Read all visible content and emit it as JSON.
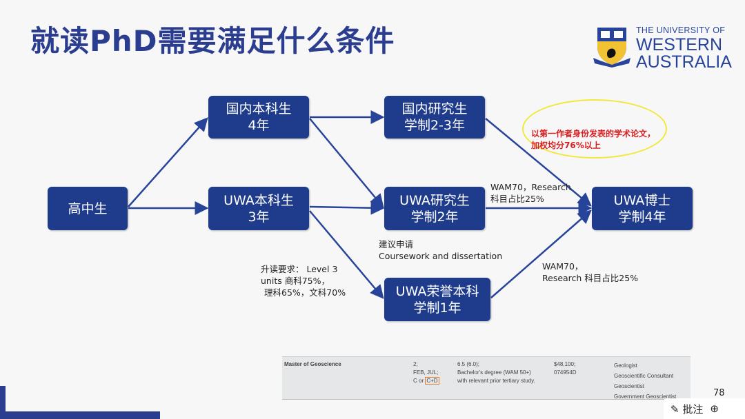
{
  "title": "就读PhD需要满足什么条件",
  "logo": {
    "line1": "THE UNIVERSITY OF",
    "line2": "WESTERN",
    "line3": "AUSTRALIA"
  },
  "nodes": {
    "highschool": "高中生",
    "domestic_ug": [
      "国内本科生",
      "4年"
    ],
    "uwa_ug": [
      "UWA本科生",
      "3年"
    ],
    "domestic_pg": [
      "国内研究生",
      "学制2-3年"
    ],
    "uwa_pg": [
      "UWA研究生",
      "学制2年"
    ],
    "uwa_honours": [
      "UWA荣誉本科",
      "学制1年"
    ],
    "uwa_phd": [
      "UWA博士",
      "学制4年"
    ]
  },
  "notes": {
    "pg_to_phd": [
      "WAM70，Research",
      "科目占比25%"
    ],
    "recommend": [
      "建议申请",
      "Coursework and dissertation"
    ],
    "honours_req": [
      "升读要求： Level 3",
      "units 商科75%，",
      "理科65%，文科70%"
    ],
    "honours_to_phd": [
      "WAM70，",
      "Research 科目占比25%"
    ],
    "highlight": [
      "以第一作者身份发表的学术论文，",
      "加权均分76%以上"
    ]
  },
  "table": {
    "course": "Master of Geoscience",
    "duration": [
      "2;",
      "FEB, JUL;",
      "C or",
      "C+D"
    ],
    "entry": [
      "6.5 (6.0);",
      "Bachelor's degree (WAM 50+)",
      "with relevant prior tertiary study."
    ],
    "fee": [
      "$48,100;",
      "074954D"
    ],
    "careers": [
      "Geologist",
      "Geoscientific Consultant",
      "Geoscientist",
      "Government Geoscientist"
    ]
  },
  "page_number": "78",
  "toolbar": {
    "annotate": "批注"
  },
  "colors": {
    "navy": "#1f3c8c",
    "title": "#2b3d8f",
    "highlight": "#f2e83a",
    "red": "#d91f1f"
  }
}
